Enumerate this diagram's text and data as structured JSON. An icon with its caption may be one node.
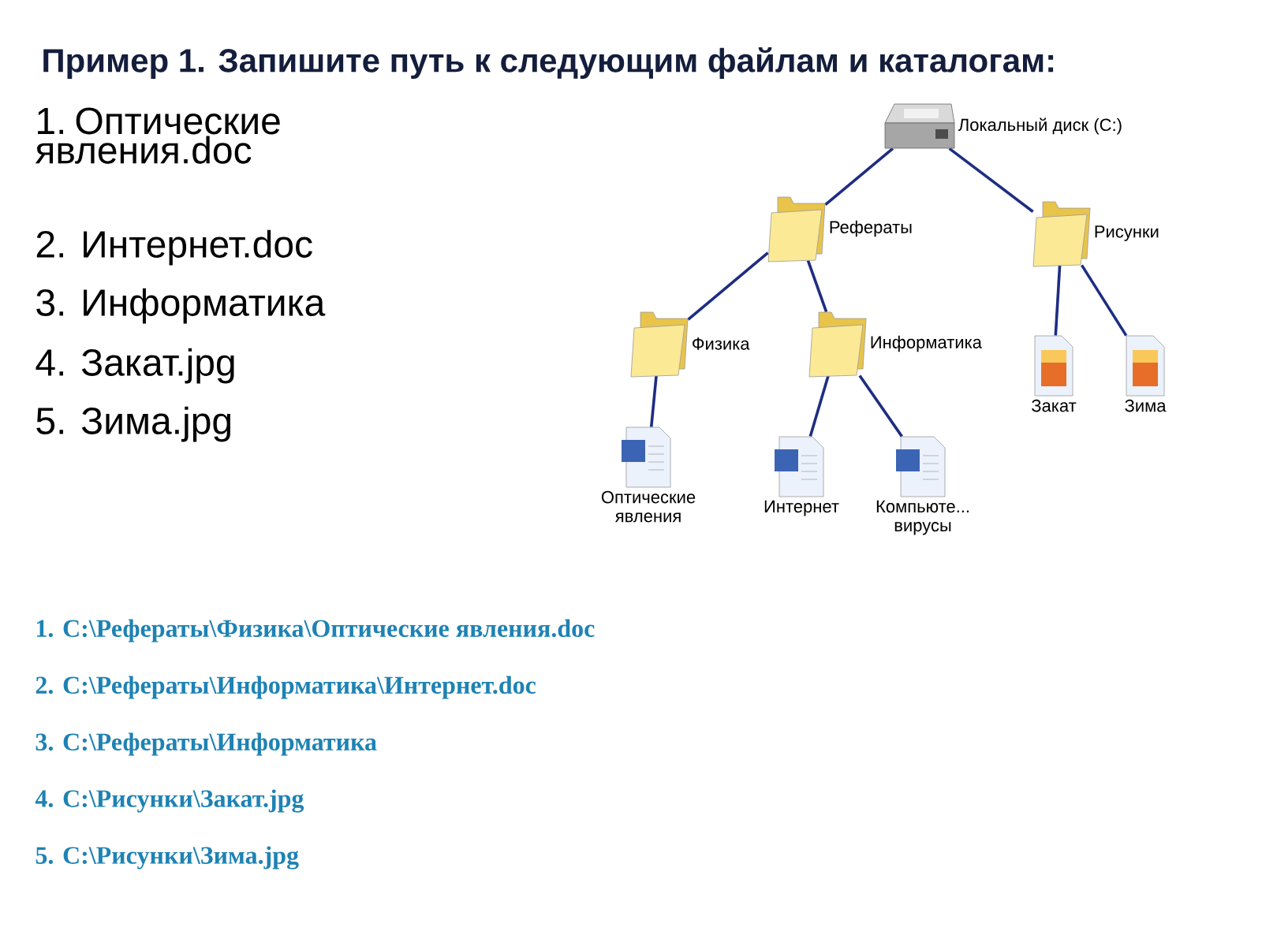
{
  "diagram": {
    "title": "Пример 1. Запишите путь к следующим файлам и каталогам:",
    "nodes": [
      {
        "text": [
          "Локальный диск (C:)"
        ]
      },
      {
        "text": [
          "Рефераты"
        ]
      },
      {
        "text": [
          "Рисунки"
        ]
      },
      {
        "text": [
          "Физика"
        ]
      },
      {
        "text": [
          "Информатика"
        ]
      },
      {
        "text": [
          "Закат"
        ]
      },
      {
        "text": [
          "Зима"
        ]
      },
      {
        "text": [
          "Оптические явления"
        ]
      },
      {
        "text": [
          "Интернет"
        ]
      },
      {
        "text": [
          "Компьюте... вирусы"
        ]
      }
    ],
    "edges": [
      {
        "from": 0,
        "to": 1,
        "arrow": "none"
      },
      {
        "from": 0,
        "to": 2,
        "arrow": "none"
      },
      {
        "from": 1,
        "to": 3,
        "arrow": "none"
      },
      {
        "from": 1,
        "to": 4,
        "arrow": "none"
      },
      {
        "from": 2,
        "to": 5,
        "arrow": "none"
      },
      {
        "from": 2,
        "to": 6,
        "arrow": "none"
      },
      {
        "from": 3,
        "to": 7,
        "arrow": "none"
      },
      {
        "from": 4,
        "to": 8,
        "arrow": "none"
      },
      {
        "from": 4,
        "to": 9,
        "arrow": "none"
      }
    ],
    "labels": [
      "1. Оптические явления.doc",
      "2. Интернет.doc",
      "3. Информатика",
      "4. Закат.jpg",
      "5. Зима.jpg",
      "1. C:\\Рефераты\\Физика\\Оптические явления.doc",
      "2. C:\\Рефераты\\Информатика\\Интернет.doc",
      "3. C:\\Рефераты\\Информатика",
      "4. C:\\Рисунки\\Закат.jpg",
      "5. C:\\Рисунки\\Зима.jpg"
    ]
  }
}
